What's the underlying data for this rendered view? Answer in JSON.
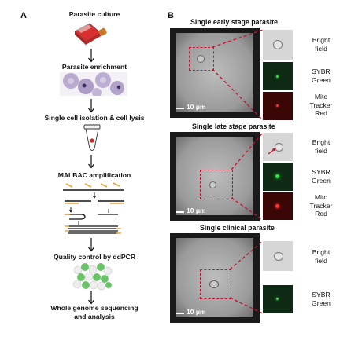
{
  "panels": {
    "a_letter": "A",
    "b_letter": "B"
  },
  "workflow": {
    "steps": [
      "Parasite culture",
      "Parasite enrichment",
      "Single cell isolation & cell lysis",
      "MALBAC amplification",
      "Quality control by ddPCR",
      "Whole genome sequencing",
      "and analysis"
    ]
  },
  "microscopy": {
    "sections": [
      {
        "title": "Single early stage parasite",
        "scale_bar": "10 μm",
        "channels": [
          {
            "label_lines": [
              "Bright",
              "field"
            ],
            "type": "bright-field",
            "color": "#d6d6d6"
          },
          {
            "label_lines": [
              "SYBR",
              "Green"
            ],
            "type": "sybr-green",
            "color": "#0f2a14"
          },
          {
            "label_lines": [
              "Mito",
              "Tracker",
              "Red"
            ],
            "type": "mitotracker-red",
            "color": "#3a0606"
          }
        ]
      },
      {
        "title": "Single late stage parasite",
        "scale_bar": "10 μm",
        "channels": [
          {
            "label_lines": [
              "Bright",
              "field"
            ],
            "type": "bright-field",
            "color": "#d6d6d6"
          },
          {
            "label_lines": [
              "SYBR",
              "Green"
            ],
            "type": "sybr-green",
            "color": "#0f2a14"
          },
          {
            "label_lines": [
              "Mito",
              "Tracker",
              "Red"
            ],
            "type": "mitotracker-red",
            "color": "#3a0606"
          }
        ]
      },
      {
        "title": "Single clinical parasite",
        "scale_bar": "10 μm",
        "channels": [
          {
            "label_lines": [
              "Bright",
              "field"
            ],
            "type": "bright-field",
            "color": "#d6d6d6"
          },
          {
            "label_lines": [
              "SYBR",
              "Green"
            ],
            "type": "sybr-green",
            "color": "#0f2a14"
          }
        ]
      }
    ]
  },
  "colors": {
    "zoom_box": "#c8102e",
    "flask_red": "#d9302f",
    "flask_cap": "#c77a2a",
    "rbc": "#b9a9cf",
    "droplet_green": "#6cc46a",
    "strand_orange": "#e8a23b"
  }
}
